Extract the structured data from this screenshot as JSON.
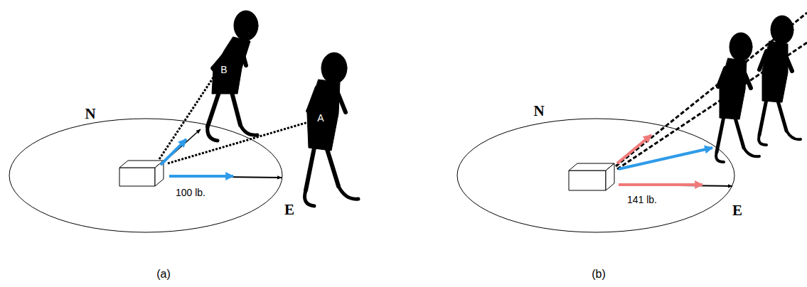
{
  "diagram": {
    "labels": [
      "N",
      "100 lb.",
      "E",
      "B",
      "A",
      "(a)",
      "N",
      "141 lb.",
      "E",
      "(b)"
    ]
  }
}
